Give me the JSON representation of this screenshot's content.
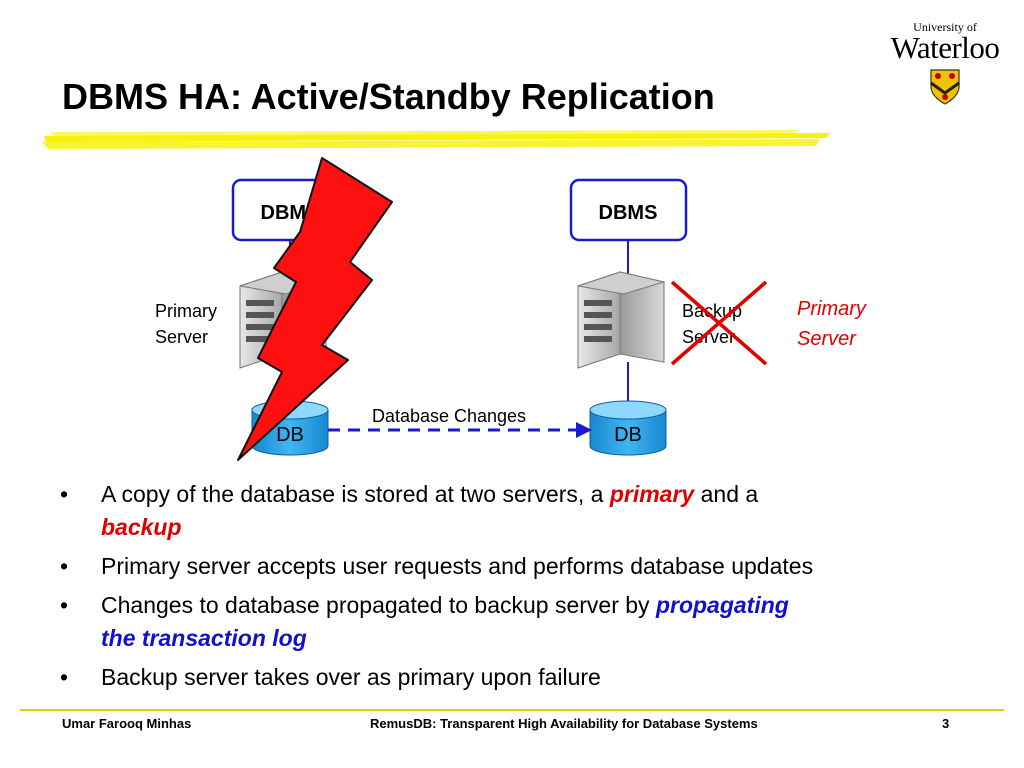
{
  "slide": {
    "title": "DBMS HA: Active/Standby Replication",
    "logo": {
      "line1": "University of",
      "line2": "Waterloo"
    }
  },
  "diagram": {
    "left_dbms": "DBMS",
    "right_dbms": "DBMS",
    "primary_server_label": [
      "Primary",
      "Server"
    ],
    "backup_server_label": [
      "Backup",
      "Server"
    ],
    "new_role_label": [
      "Primary",
      "Server"
    ],
    "left_db": "DB",
    "right_db": "DB",
    "replication_label": "Database Changes",
    "icons": [
      "server-tower-icon",
      "database-cylinder-icon",
      "lightning-bolt-icon",
      "red-x-icon",
      "university-shield-icon"
    ]
  },
  "bullets": [
    {
      "text_before": "A copy of the database is stored at two servers, a ",
      "kw1": "primary",
      "text_mid": " and a ",
      "kw2": "backup"
    },
    {
      "text": "Primary server accepts user requests and performs database updates"
    },
    {
      "text_before": "Changes to database propagated to backup server by ",
      "kw1": "propagating",
      "kw2": "the transaction log"
    },
    {
      "text": "Backup server takes over as primary upon failure"
    }
  ],
  "bullet_char": "•",
  "footer": {
    "author": "Umar Farooq Minhas",
    "center": "RemusDB: Transparent High Availability for Database Systems",
    "page": "3"
  },
  "colors": {
    "accent_red": "#e00000",
    "accent_blue": "#1010d0",
    "box_border": "#1a1ad0",
    "db_fill": "#2aa4e8",
    "highlight": "#f7f000"
  }
}
